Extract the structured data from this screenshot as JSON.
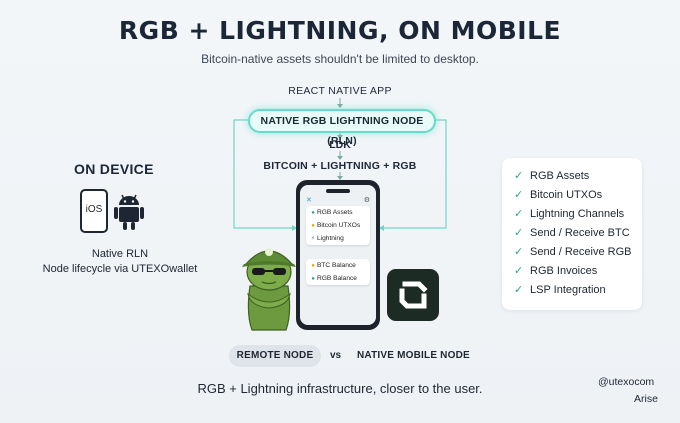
{
  "header": {
    "title": "RGB + LIGHTNING, ON MOBILE",
    "subtitle": "Bitcoin-native assets shouldn't be limited to desktop."
  },
  "stack": {
    "react_native_app": "REACT NATIVE APP",
    "rln_node": "NATIVE RGB LIGHTNING NODE (RLN)",
    "ldk": "LDK",
    "layers": "BITCOIN + LIGHTNING + RGB"
  },
  "on_device": {
    "title": "ON DEVICE",
    "ios_label": "iOS",
    "line1": "Native RLN",
    "line2": "Node lifecycle via UTEXOwallet"
  },
  "phone_screen": {
    "assets_card": [
      {
        "icon": "rgb-icon",
        "label": "RGB Assets"
      },
      {
        "icon": "bitcoin-icon",
        "label": "Bitcoin UTXOs"
      },
      {
        "icon": "lightning-icon",
        "label": "Lightning"
      }
    ],
    "balance_card": [
      {
        "icon": "bitcoin-icon",
        "label": "BTC Balance"
      },
      {
        "icon": "rgb-icon",
        "label": "RGB Balance"
      }
    ]
  },
  "features": [
    "RGB Assets",
    "Bitcoin UTXOs",
    "Lightning Channels",
    "Send / Receive BTC",
    "Send / Receive RGB",
    "RGB Invoices",
    "LSP Integration"
  ],
  "comparison": {
    "remote": "REMOTE NODE",
    "vs": "vs",
    "native": "NATIVE MOBILE NODE"
  },
  "footer": {
    "tagline": "RGB + Lightning infrastructure, closer to the user.",
    "handle": "@utexocom",
    "brand": "Arise"
  },
  "colors": {
    "accent": "#63dcc9",
    "check": "#2aa58f",
    "dark": "#1b2637"
  }
}
